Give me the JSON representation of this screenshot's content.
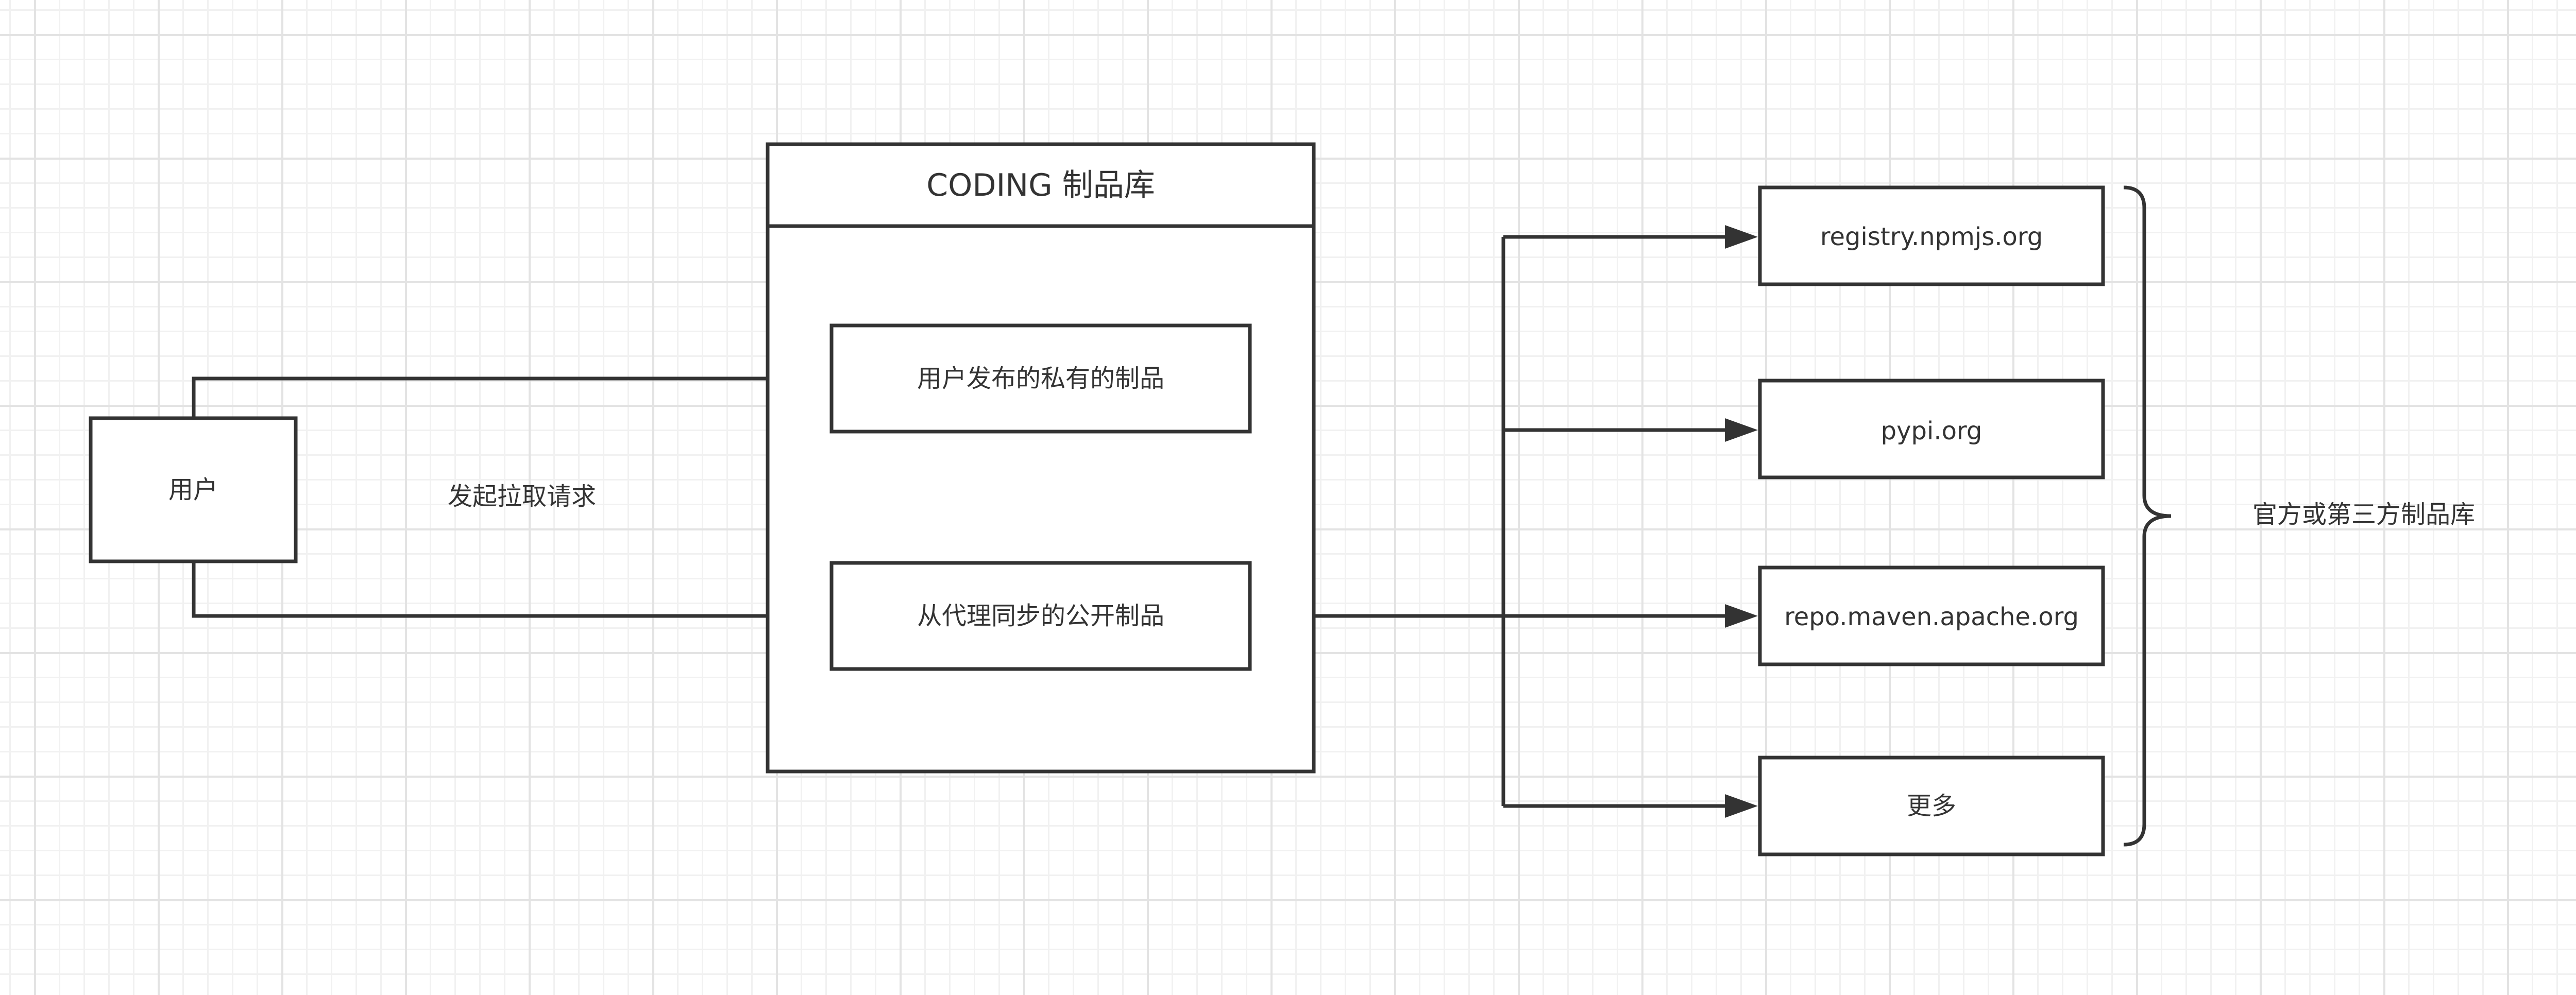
{
  "diagram": {
    "user": "用户",
    "request_label": "发起拉取请求",
    "repository": {
      "title": "CODING 制品库",
      "private_artifacts": "用户发布的私有的制品",
      "proxy_artifacts": "从代理同步的公开制品"
    },
    "upstreams": [
      "registry.npmjs.org",
      "pypi.org",
      "repo.maven.apache.org",
      "更多"
    ],
    "upstream_group_label": "官方或第三方制品库"
  }
}
